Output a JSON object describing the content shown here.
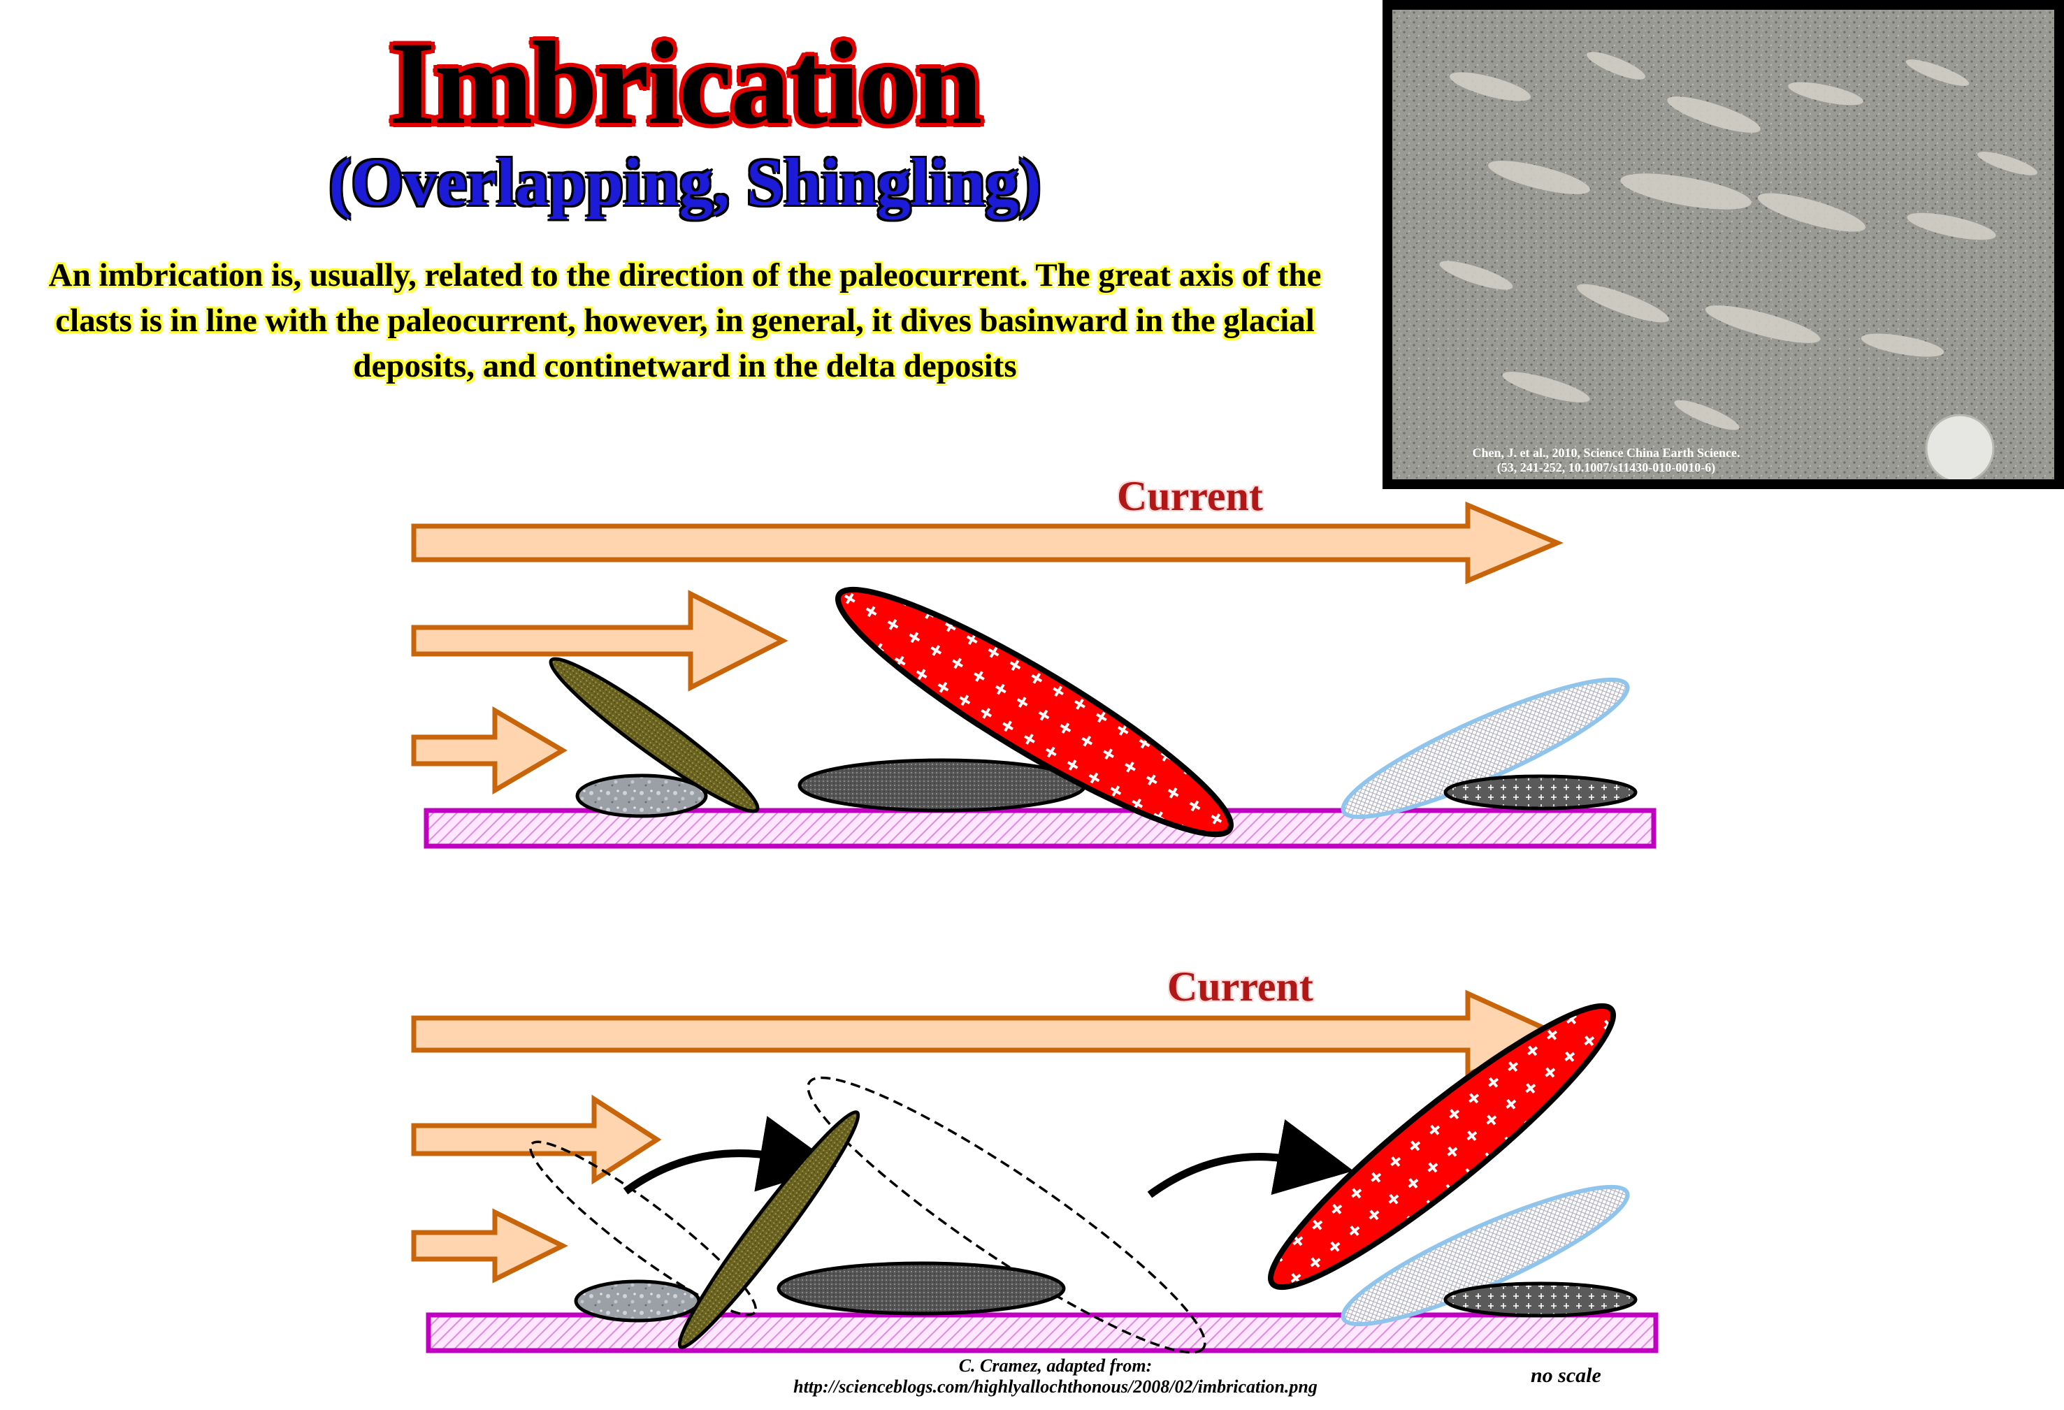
{
  "title": "Imbrication",
  "subtitle": "(Overlapping, Shingling)",
  "description": "An imbrication is, usually, related to the direction of the paleocurrent. The great axis of the clasts is in line with the paleocurrent, however, in general, it dives basinward in the glacial deposits, and continetward in the delta deposits",
  "photo": {
    "credit_line1": "Chen, J. et al., 2010, Science China Earth Science.",
    "credit_line2": "(53, 241-252, 10.1007/s11430-010-0010-6)"
  },
  "diagram_top": {
    "current_label": "Current"
  },
  "diagram_bottom": {
    "current_label": "Current"
  },
  "footer": {
    "credit_line1": "C. Cramez, adapted from:",
    "credit_line2": "http://scienceblogs.com/highlyallochthonous/2008/02/imbrication.png",
    "no_scale": "no scale"
  },
  "colors": {
    "title_outline": "#e00000",
    "subtitle": "#1c1cd8",
    "desc_outline": "#ffff33",
    "arrow_fill": "#ffd5b0",
    "arrow_stroke": "#c8640a",
    "substrate_stroke": "#c000c0",
    "clast_red": "#ff0000",
    "clast_olive": "#6b6420",
    "clast_blue_outline": "#8fc4ec"
  }
}
